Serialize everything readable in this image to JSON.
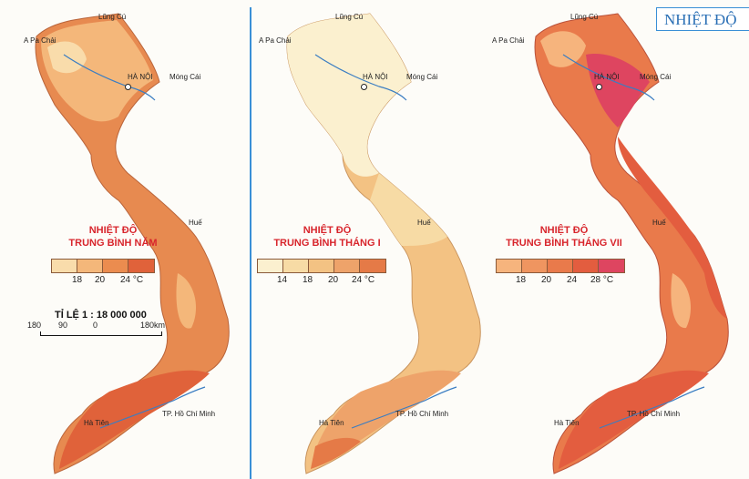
{
  "header": {
    "title": "NHIỆT ĐỘ"
  },
  "colors": {
    "annual": [
      "#f9dcab",
      "#f4b77a",
      "#eb8c4f",
      "#e0623a"
    ],
    "january": [
      "#fbf0cf",
      "#f7dba5",
      "#f3c283",
      "#eea36a",
      "#e57a47"
    ],
    "july": [
      "#f6b47d",
      "#ef9560",
      "#e97a4b",
      "#e35d3f",
      "#de4560"
    ]
  },
  "cities": {
    "lung_cu": "Lũng Cú",
    "a_pa_chai": "A Pa Chải",
    "ha_noi": "HÀ NỘI",
    "mong_cai": "Móng Cái",
    "hue": "Huế",
    "ha_tien": "Hà Tiên",
    "hcm": "TP. Hồ Chí Minh"
  },
  "maps": [
    {
      "legend_title_1": "NHIỆT ĐỘ",
      "legend_title_2": "TRUNG BÌNH NĂM",
      "ticks": [
        "18",
        "20",
        "24 °C"
      ]
    },
    {
      "legend_title_1": "NHIỆT ĐỘ",
      "legend_title_2": "TRUNG BÌNH THÁNG I",
      "ticks": [
        "14",
        "18",
        "20",
        "24 °C"
      ]
    },
    {
      "legend_title_1": "NHIỆT ĐỘ",
      "legend_title_2": "TRUNG BÌNH THÁNG VII",
      "ticks": [
        "18",
        "20",
        "24",
        "28 °C"
      ]
    }
  ],
  "scale": {
    "title": "TỈ LỆ 1 : 18 000 000",
    "ticks": [
      "180",
      "90",
      "0",
      "180km"
    ]
  }
}
